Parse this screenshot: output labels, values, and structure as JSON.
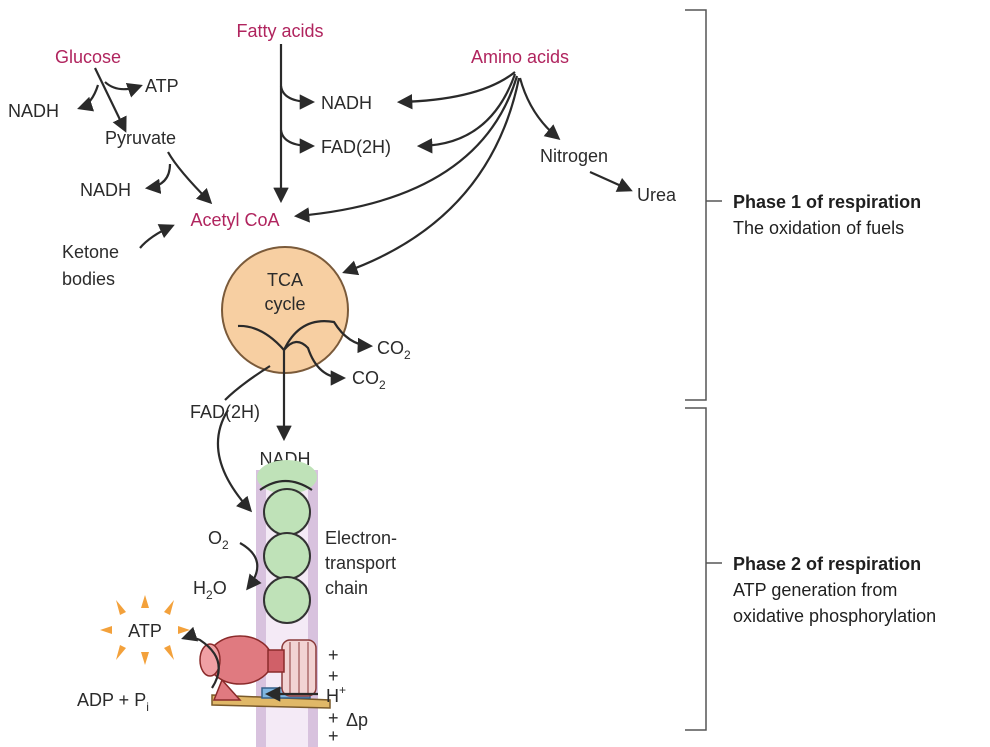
{
  "fuels": {
    "fatty_acids": "Fatty acids",
    "glucose": "Glucose",
    "amino_acids": "Amino acids",
    "acetyl_coa": "Acetyl CoA"
  },
  "labels": {
    "atp_top": "ATP",
    "nadh_glucose": "NADH",
    "pyruvate": "Pyruvate",
    "nadh_pyruvate": "NADH",
    "ketone_line1": "Ketone",
    "ketone_line2": "bodies",
    "nadh_fatty": "NADH",
    "fad2h_fatty": "FAD(2H)",
    "nitrogen": "Nitrogen",
    "urea": "Urea",
    "tca_line1": "TCA",
    "tca_line2": "cycle",
    "co2_1_main": "CO",
    "co2_1_sub": "2",
    "co2_2_main": "CO",
    "co2_2_sub": "2",
    "fad2h_tca": "FAD(2H)",
    "nadh_etc": "NADH",
    "o2_main": "O",
    "o2_sub": "2",
    "h2o_h": "H",
    "h2o_sub": "2",
    "h2o_o": "O",
    "etc_line1": "Electron-",
    "etc_line2": "transport",
    "etc_line3": "chain",
    "atp_bottom": "ATP",
    "adp_main": "ADP + P",
    "adp_sub": "i",
    "hplus_main": "H",
    "hplus_sup": "+",
    "plus_1": "+",
    "plus_2": "+",
    "plus_3": "+",
    "plus_4": "+",
    "delta_p": "Δp"
  },
  "phases": [
    {
      "title": "Phase 1 of respiration",
      "description": [
        "The oxidation of fuels"
      ]
    },
    {
      "title": "Phase 2 of respiration",
      "description": [
        "ATP generation from",
        "oxidative phosphorylation"
      ]
    }
  ],
  "colors": {
    "fuel_text": "#b0245e",
    "tca_fill": "#f7cfa2",
    "etc_complex": "#bfe2b8",
    "membrane": "#d8c2de",
    "atp_burst": "#f3a13b",
    "atp_synthase": "#e07a80"
  }
}
